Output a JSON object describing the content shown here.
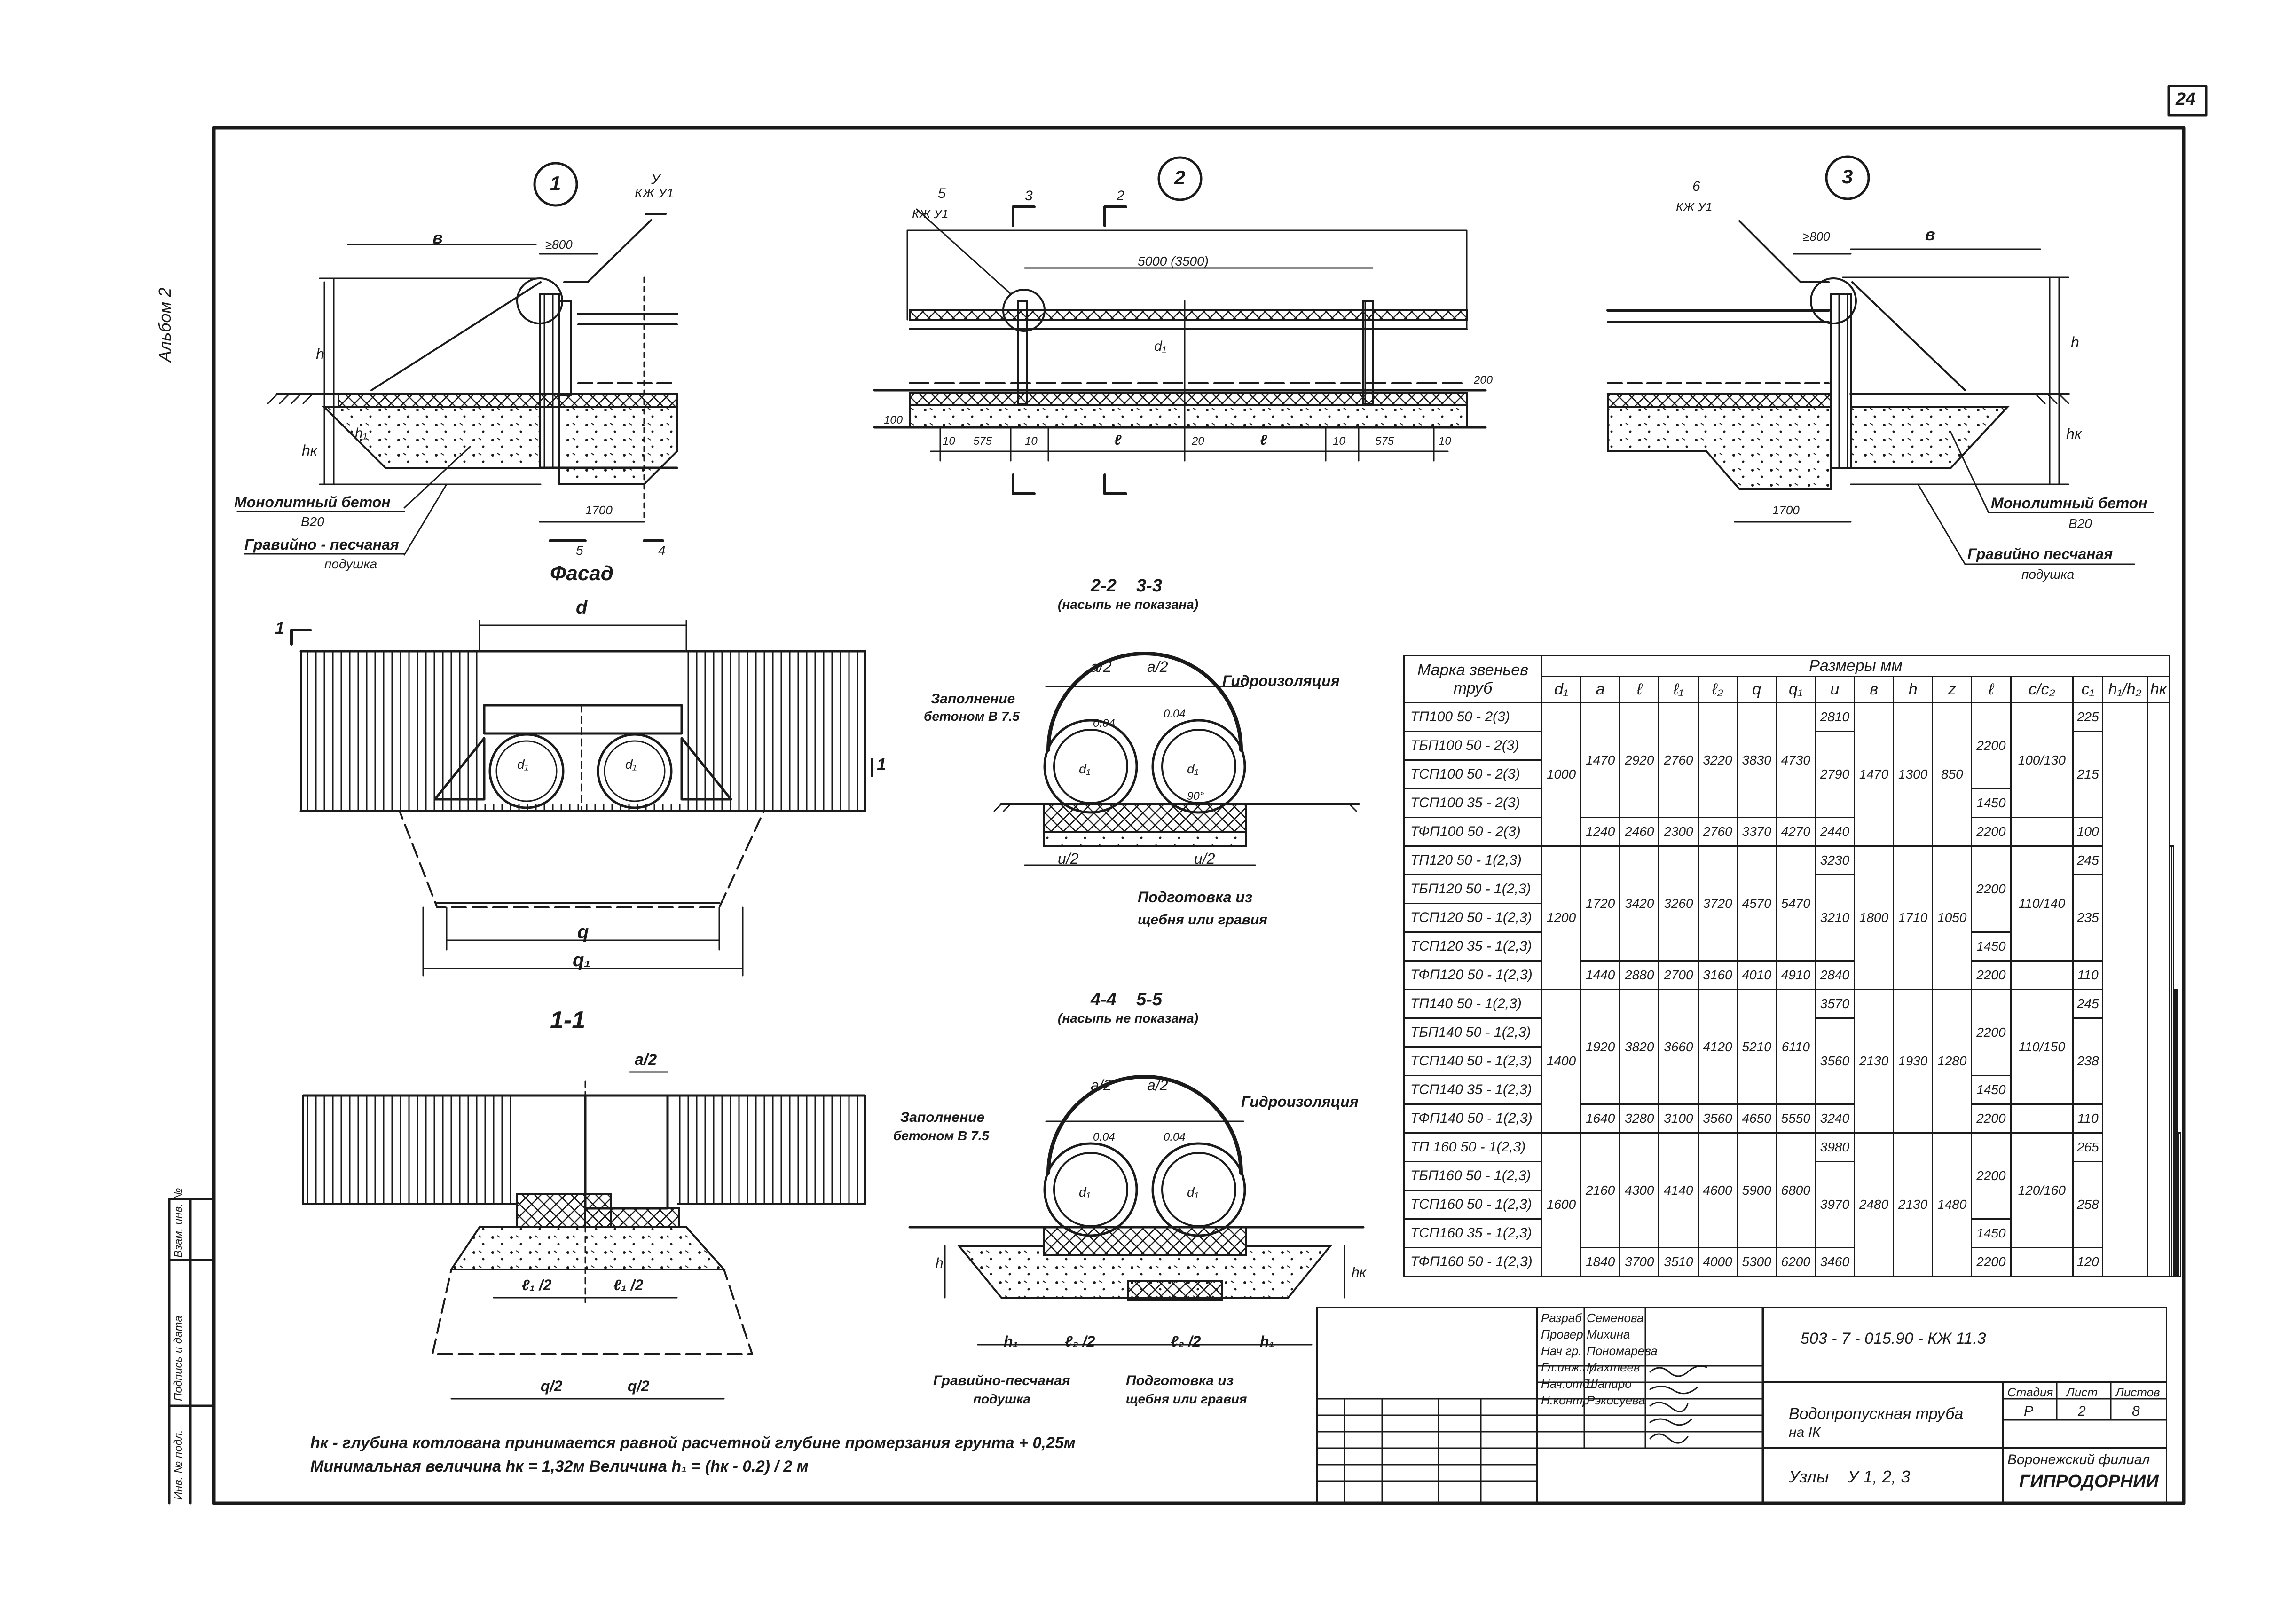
{
  "sheet": {
    "page_number": "24",
    "album_label": "Альбом 2",
    "side_stamp": [
      "Инв. № подл.",
      "Подпись и дата",
      "Взам. инв. №"
    ]
  },
  "views": {
    "node1": {
      "number": "1",
      "section_ref": "У",
      "section_ref_code": "КЖ У1",
      "dim_b": "в",
      "dim_min": "≥800",
      "dim_base": "1700",
      "label_concrete": "Монолитный бетон",
      "label_concrete_class": "В20",
      "label_bed": "Гравийно - песчаная",
      "label_bed2": "подушка",
      "cut_a": "5",
      "cut_b": "4",
      "dims_h": [
        "h",
        "hк",
        "h₁"
      ]
    },
    "node2": {
      "number": "2",
      "section_ref": "5",
      "section_ref_code": "КЖ У1",
      "length": "5000 (3500)",
      "cuts": [
        "3",
        "2"
      ],
      "dims_bottom": [
        "10",
        "575",
        "10",
        "ℓ",
        "20",
        "ℓ",
        "10",
        "575",
        "10"
      ],
      "dim_200": "200",
      "dim_100": "100",
      "dim_d1": "d₁"
    },
    "node3": {
      "number": "3",
      "section_ref": "6",
      "section_ref_code": "КЖ У1",
      "dim_b": "в",
      "dim_min": "≥800",
      "dim_base": "1700",
      "label_concrete": "Монолитный бетон",
      "label_concrete_class": "В20",
      "label_bed": "Гравийно песчаная",
      "label_bed2": "подушка",
      "dims_h": [
        "h",
        "hк"
      ]
    },
    "facade": {
      "title": "Фасад",
      "dim_d": "d",
      "dim_q": "q",
      "dim_q1": "q₁",
      "cut_mark": "1",
      "d1": "d₁"
    },
    "section11": {
      "title": "1-1",
      "dim_a2": "a/2",
      "dim_l1a": "ℓ₁ /2",
      "dim_l1b": "ℓ₁ /2",
      "dim_qa": "q/2",
      "dim_qb": "q/2"
    },
    "section22": {
      "title": "2-2    3-3",
      "subtitle": "(насыпь не показана)",
      "label_fill": "Заполнение",
      "label_fill2": "бетоном В 7.5",
      "label_waterproof": "Гидроизоляция",
      "label_prep": "Подготовка из",
      "label_prep2": "щебня или гравия",
      "dim_a2l": "a/2",
      "dim_a2r": "a/2",
      "dim_u2l": "u/2",
      "dim_u2r": "u/2",
      "dim_004a": "0.04",
      "dim_004b": "0.04",
      "angle": "90°",
      "d1": "d₁"
    },
    "section44": {
      "title": "4-4    5-5",
      "subtitle": "(насыпь не показана)",
      "label_fill": "Заполнение",
      "label_fill2": "бетоном В 7.5",
      "label_waterproof": "Гидроизоляция",
      "label_bed": "Гравийно-песчаная",
      "label_bed2": "подушка",
      "label_prep": "Подготовка из",
      "label_prep2": "щебня или гравия",
      "dim_a2l": "a/2",
      "dim_a2r": "a/2",
      "dim_h1l": "h₁",
      "dim_l2a": "ℓ₂ /2",
      "dim_l2b": "ℓ₂ /2",
      "dim_h1r": "h₁",
      "dim_h": "h",
      "dim_hk": "hк",
      "dim_004a": "0.04",
      "dim_004b": "0.04",
      "d1": "d₁"
    }
  },
  "notes": {
    "line1": "hк - глубина котлована принимается равной расчетной глубине промерзания грунта + 0,25м",
    "line2": "Минимальная величина  hк = 1,32м  Величина  h₁ = (hк - 0.2) / 2  м"
  },
  "table": {
    "head_mark": "Марка звеньев труб",
    "head_sizes": "Размеры  мм",
    "columns": [
      "d₁",
      "a",
      "ℓ",
      "ℓ₁",
      "ℓ₂",
      "q",
      "q₁",
      "u",
      "в",
      "h",
      "z",
      "ℓ",
      "c/c₂",
      "c₁",
      "h₁/h₂",
      "hк"
    ],
    "groups": [
      {
        "d1": "1000",
        "rows": [
          {
            "name": "ТП100 50 - 2(3)",
            "u": "2810",
            "c1": "225"
          },
          {
            "name": "ТБП100 50 - 2(3)"
          },
          {
            "name": "ТСП100 50 - 2(3)",
            "c1": "215"
          },
          {
            "name": "ТСП100 35 - 2(3)",
            "l_last": "1450"
          },
          {
            "name": "ТФП100 50 - 2(3)",
            "a": "1240",
            "l": "2460",
            "l1": "2300",
            "l2": "2760",
            "q": "3370",
            "q1": "4270",
            "u": "2440",
            "l_last": "2200",
            "c1": "100"
          }
        ],
        "a": "1470",
        "l": "2920",
        "l1": "2760",
        "l2": "3220",
        "q": "3830",
        "q1": "4730",
        "u": "2790",
        "b": "1470",
        "h": "1300",
        "z": "850",
        "l_last": "2200",
        "cc2": "100/130"
      },
      {
        "d1": "1200",
        "rows": [
          {
            "name": "ТП120 50 - 1(2,3)",
            "u": "3230",
            "c1": "245"
          },
          {
            "name": "ТБП120 50 - 1(2,3)"
          },
          {
            "name": "ТСП120 50 - 1(2,3)",
            "c1": "235"
          },
          {
            "name": "ТСП120 35 - 1(2,3)",
            "l_last": "1450"
          },
          {
            "name": "ТФП120 50 - 1(2,3)",
            "a": "1440",
            "l": "2880",
            "l1": "2700",
            "l2": "3160",
            "q": "4010",
            "q1": "4910",
            "u": "2840",
            "l_last": "2200",
            "c1": "110"
          }
        ],
        "a": "1720",
        "l": "3420",
        "l1": "3260",
        "l2": "3720",
        "q": "4570",
        "q1": "5470",
        "u": "3210",
        "b": "1800",
        "h": "1710",
        "z": "1050",
        "l_last": "2200",
        "cc2": "110/140"
      },
      {
        "d1": "1400",
        "rows": [
          {
            "name": "ТП140 50 - 1(2,3)",
            "u": "3570",
            "c1": "245"
          },
          {
            "name": "ТБП140 50 - 1(2,3)"
          },
          {
            "name": "ТСП140 50 - 1(2,3)",
            "c1": "238"
          },
          {
            "name": "ТСП140 35 - 1(2,3)",
            "l_last": "1450"
          },
          {
            "name": "ТФП140 50 - 1(2,3)",
            "a": "1640",
            "l": "3280",
            "l1": "3100",
            "l2": "3560",
            "q": "4650",
            "q1": "5550",
            "u": "3240",
            "l_last": "2200",
            "c1": "110"
          }
        ],
        "a": "1920",
        "l": "3820",
        "l1": "3660",
        "l2": "4120",
        "q": "5210",
        "q1": "6110",
        "u": "3560",
        "b": "2130",
        "h": "1930",
        "z": "1280",
        "l_last": "2200",
        "cc2": "110/150"
      },
      {
        "d1": "1600",
        "rows": [
          {
            "name": "ТП 160 50 - 1(2,3)",
            "u": "3980",
            "c1": "265"
          },
          {
            "name": "ТБП160 50 - 1(2,3)"
          },
          {
            "name": "ТСП160 50 - 1(2,3)",
            "c1": "258"
          },
          {
            "name": "ТСП160 35 - 1(2,3)",
            "l_last": "1450"
          },
          {
            "name": "ТФП160 50 - 1(2,3)",
            "a": "1840",
            "l": "3700",
            "l1": "3510",
            "l2": "4000",
            "q": "5300",
            "q1": "6200",
            "u": "3460",
            "l_last": "2200",
            "c1": "120"
          }
        ],
        "a": "2160",
        "l": "4300",
        "l1": "4140",
        "l2": "4600",
        "q": "5900",
        "q1": "6800",
        "u": "3970",
        "b": "2480",
        "h": "2130",
        "z": "1480",
        "l_last": "2200",
        "cc2": "120/160"
      }
    ]
  },
  "stamp": {
    "code": "503 - 7 - 015.90 - КЖ 11.3",
    "roles": [
      "Разраб",
      "Провер",
      "Нач гр.",
      "Гл.инж.пр",
      "Нач.отд",
      "Н.контр"
    ],
    "names": [
      "Семенова",
      "Михина",
      "Пономарева",
      "Махтеев",
      "Шапиро",
      "Рэкосуева"
    ],
    "title1": "Водопропускная труба",
    "title2": "на IК",
    "title3": "Узлы    У 1, 2, 3",
    "stage_label": "Стадия",
    "sheet_label": "Лист",
    "sheets_label": "Листов",
    "stage": "Р",
    "sheet": "2",
    "sheets": "8",
    "org1": "Воронежский филиал",
    "org2": "ГИПРОДОРНИИ"
  },
  "colors": {
    "ink": "#1a1a1a",
    "paper": "#ffffff"
  }
}
